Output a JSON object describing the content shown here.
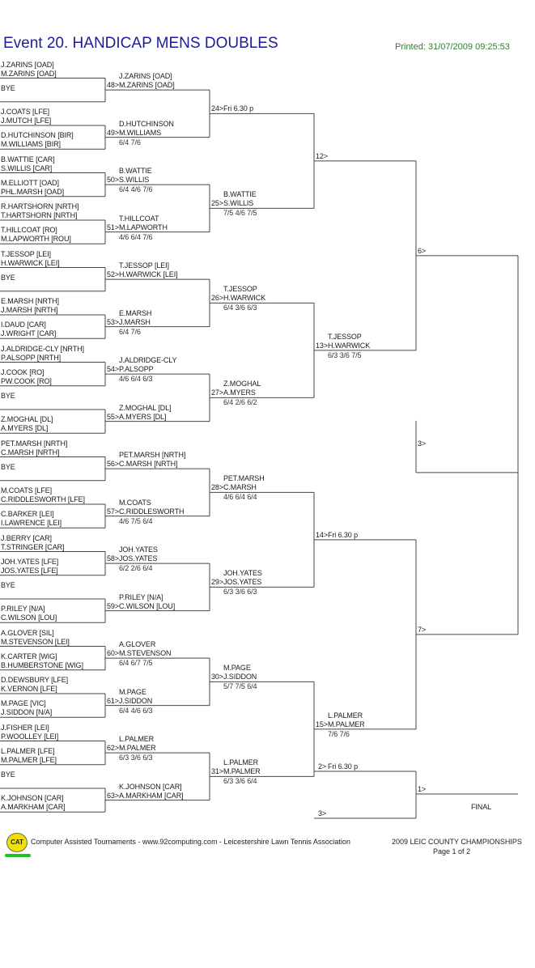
{
  "header": {
    "title": "Event 20. HANDICAP MENS DOUBLES",
    "printed": "Printed: 31/07/2009 09:25:53"
  },
  "round1": [
    [
      "J.ZARINS [OAD]",
      "M.ZARINS [OAD]"
    ],
    [
      "BYE",
      ""
    ],
    [
      "J.COATS [LFE]",
      "J.MUTCH [LFE]"
    ],
    [
      "D.HUTCHINSON [BIR]",
      "M.WILLIAMS [BIR]"
    ],
    [
      "B.WATTIE [CAR]",
      "S.WILLIS [CAR]"
    ],
    [
      "M.ELLIOTT [OAD]",
      "PHL.MARSH [OAD]"
    ],
    [
      "R.HARTSHORN [NRTH]",
      "T.HARTSHORN [NRTH]"
    ],
    [
      "T.HILLCOAT [RO]",
      "M.LAPWORTH [ROU]"
    ],
    [
      "T.JESSOP [LEI]",
      "H.WARWICK [LEI]"
    ],
    [
      "BYE",
      ""
    ],
    [
      "E.MARSH [NRTH]",
      "J.MARSH [NRTH]"
    ],
    [
      "I.DAUD [CAR]",
      "J.WRIGHT [CAR]"
    ],
    [
      "J.ALDRIDGE-CLY [NRTH]",
      "P.ALSOPP [NRTH]"
    ],
    [
      "J.COOK [RO]",
      "PW.COOK [RO]"
    ],
    [
      "BYE",
      ""
    ],
    [
      "Z.MOGHAL [DL]",
      "A.MYERS [DL]"
    ],
    [
      "PET.MARSH [NRTH]",
      "C.MARSH [NRTH]"
    ],
    [
      "BYE",
      ""
    ],
    [
      "M.COATS [LFE]",
      "C.RIDDLESWORTH [LFE]"
    ],
    [
      "C.BARKER [LEI]",
      "I.LAWRENCE [LEI]"
    ],
    [
      "J.BERRY [CAR]",
      "T.STRINGER [CAR]"
    ],
    [
      "JOH.YATES [LFE]",
      "JOS.YATES [LFE]"
    ],
    [
      "BYE",
      ""
    ],
    [
      "P.RILEY [N/A]",
      "C.WILSON [LOU]"
    ],
    [
      "A.GLOVER [SIL]",
      "M.STEVENSON [LEI]"
    ],
    [
      "K.CARTER [WIG]",
      "B.HUMBERSTONE [WIG]"
    ],
    [
      "D.DEWSBURY [LFE]",
      "K.VERNON [LFE]"
    ],
    [
      "M.PAGE [VIC]",
      "J.SIDDON [N/A]"
    ],
    [
      "J.FISHER [LEI]",
      "P.WOOLLEY [LEI]"
    ],
    [
      "L.PALMER [LFE]",
      "M.PALMER [LFE]"
    ],
    [
      "BYE",
      ""
    ],
    [
      "K.JOHNSON [CAR]",
      "A.MARKHAM [CAR]"
    ]
  ],
  "round2": [
    {
      "n": "48>",
      "p1": "J.ZARINS [OAD]",
      "p2": "M.ZARINS [OAD]",
      "score": ""
    },
    {
      "n": "49>",
      "p1": "D.HUTCHINSON",
      "p2": "M.WILLIAMS",
      "score": "6/4 7/6"
    },
    {
      "n": "50>",
      "p1": "B.WATTIE",
      "p2": "S.WILLIS",
      "score": "6/4 4/6 7/6"
    },
    {
      "n": "51>",
      "p1": "T.HILLCOAT",
      "p2": "M.LAPWORTH",
      "score": "4/6 6/4 7/6"
    },
    {
      "n": "52>",
      "p1": "T.JESSOP [LEI]",
      "p2": "H.WARWICK [LEI]",
      "score": ""
    },
    {
      "n": "53>",
      "p1": "E.MARSH",
      "p2": "J.MARSH",
      "score": "6/4 7/6"
    },
    {
      "n": "54>",
      "p1": "J.ALDRIDGE-CLY",
      "p2": "P.ALSOPP",
      "score": "4/6 6/4 6/3"
    },
    {
      "n": "55>",
      "p1": "Z.MOGHAL [DL]",
      "p2": "A.MYERS [DL]",
      "score": ""
    },
    {
      "n": "56>",
      "p1": "PET.MARSH [NRTH]",
      "p2": "C.MARSH [NRTH]",
      "score": ""
    },
    {
      "n": "57>",
      "p1": "M.COATS",
      "p2": "C.RIDDLESWORTH",
      "score": "4/6 7/5 6/4"
    },
    {
      "n": "58>",
      "p1": "JOH.YATES",
      "p2": "JOS.YATES",
      "score": "6/2 2/6 6/4"
    },
    {
      "n": "59>",
      "p1": "P.RILEY [N/A]",
      "p2": "C.WILSON [LOU]",
      "score": ""
    },
    {
      "n": "60>",
      "p1": "A.GLOVER",
      "p2": "M.STEVENSON",
      "score": "6/4 6/7 7/5"
    },
    {
      "n": "61>",
      "p1": "M.PAGE",
      "p2": "J.SIDDON",
      "score": "6/4 4/6 6/3"
    },
    {
      "n": "62>",
      "p1": "L.PALMER",
      "p2": "M.PALMER",
      "score": "6/3 3/6 6/3"
    },
    {
      "n": "63>",
      "p1": "K.JOHNSON [CAR]",
      "p2": "A.MARKHAM [CAR]",
      "score": ""
    }
  ],
  "round3": [
    {
      "n": "24>",
      "p1": "",
      "p2": "Fri 6.30 p",
      "score": ""
    },
    {
      "n": "25>",
      "p1": "B.WATTIE",
      "p2": "S.WILLIS",
      "score": "7/5 4/6 7/5"
    },
    {
      "n": "26>",
      "p1": "T.JESSOP",
      "p2": "H.WARWICK",
      "score": "6/4 3/6 6/3"
    },
    {
      "n": "27>",
      "p1": "Z.MOGHAL",
      "p2": "A.MYERS",
      "score": "6/4 2/6 6/2"
    },
    {
      "n": "28>",
      "p1": "PET.MARSH",
      "p2": "C.MARSH",
      "score": "4/6 6/4 6/4"
    },
    {
      "n": "29>",
      "p1": "JOH.YATES",
      "p2": "JOS.YATES",
      "score": "6/3 3/6 6/3"
    },
    {
      "n": "30>",
      "p1": "M.PAGE",
      "p2": "J.SIDDON",
      "score": "5/7 7/5 6/4"
    },
    {
      "n": "31>",
      "p1": "L.PALMER",
      "p2": "M.PALMER",
      "score": "6/3 3/6 6/4"
    }
  ],
  "round4": [
    {
      "n": "12>",
      "p1": "",
      "p2": "",
      "score": ""
    },
    {
      "n": "13>",
      "p1": "T.JESSOP",
      "p2": "H.WARWICK",
      "score": "6/3 3/6 7/5"
    },
    {
      "n": "14>",
      "p1": "",
      "p2": "Fri 6.30 p",
      "score": ""
    },
    {
      "n": "15>",
      "p1": "L.PALMER",
      "p2": "M.PALMER",
      "score": "7/6 7/6"
    }
  ],
  "round5": [
    {
      "n": "6>",
      "p2": ""
    },
    {
      "n": "7>",
      "p2": ""
    }
  ],
  "semi": {
    "n": "3>"
  },
  "final_feed": [
    {
      "n": "2>",
      "p2": "Fri 6.30 p"
    },
    {
      "n": "3>",
      "p2": ""
    }
  ],
  "final": {
    "n": "1>",
    "label": "FINAL"
  },
  "footer": {
    "logo": "CAT",
    "left": "Computer Assisted Tournaments - www.92computing.com -  Leicestershire Lawn Tennis Association",
    "right1": "2009 LEIC COUNTY CHAMPIONSHIPS",
    "right2": "Page 1 of 2"
  }
}
